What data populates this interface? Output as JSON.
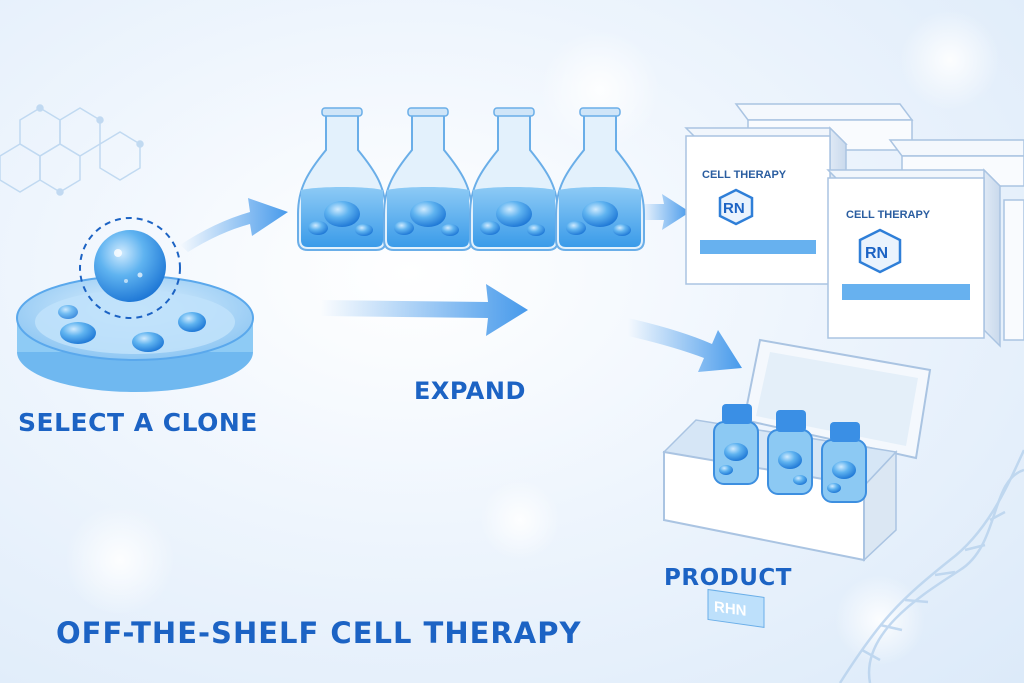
{
  "labels": {
    "select": "SELECT A CLONE",
    "expand": "EXPAND",
    "product": "PRODUCT",
    "title": "OFF-THE-SHELF CELL THERAPY"
  },
  "box_text": {
    "caption": "CELL THERAPY",
    "logo": "RN"
  },
  "kit_text": {
    "logo": "RHN"
  },
  "colors": {
    "accent": "#1c63c4",
    "liquid": "#49a8ee",
    "glass": "#d8ecfb",
    "background": "#eef5fd",
    "arrow": "#3e95ea"
  },
  "icons": {
    "cell": "sphere-cell-icon",
    "flask": "flask-icon",
    "box": "package-box-icon",
    "vial": "vial-icon",
    "dna": "dna-helix-icon",
    "hexagons": "molecule-hexagon-icon"
  }
}
